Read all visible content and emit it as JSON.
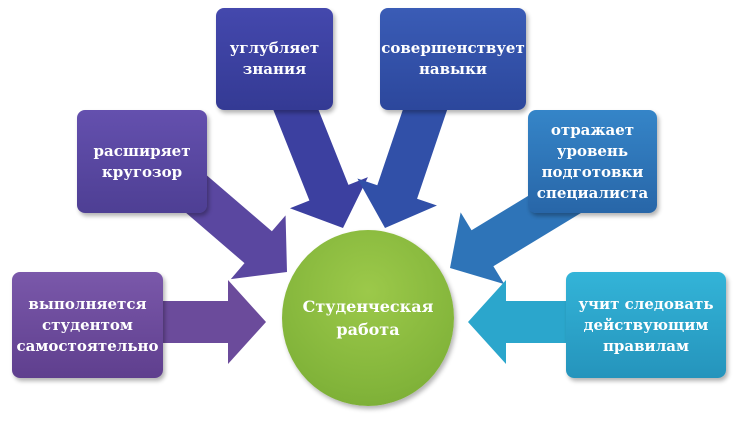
{
  "center": {
    "label": "Студенческая\nработа",
    "color": "#86b83c"
  },
  "nodes": [
    {
      "label": "выполняется\nстудентом\nсамостоятельно",
      "color": "#6b4b9b"
    },
    {
      "label": "расширяет\nкругозор",
      "color": "#5a47a0"
    },
    {
      "label": "углубляет\nзнания",
      "color": "#3c40a0"
    },
    {
      "label": "совершенствует\nнавыки",
      "color": "#3150a8"
    },
    {
      "label": "отражает\nуровень\nподготовки\nспециалиста",
      "color": "#2e74b8"
    },
    {
      "label": "учит следовать\nдействующим\nправилам",
      "color": "#2ba6cc"
    }
  ]
}
